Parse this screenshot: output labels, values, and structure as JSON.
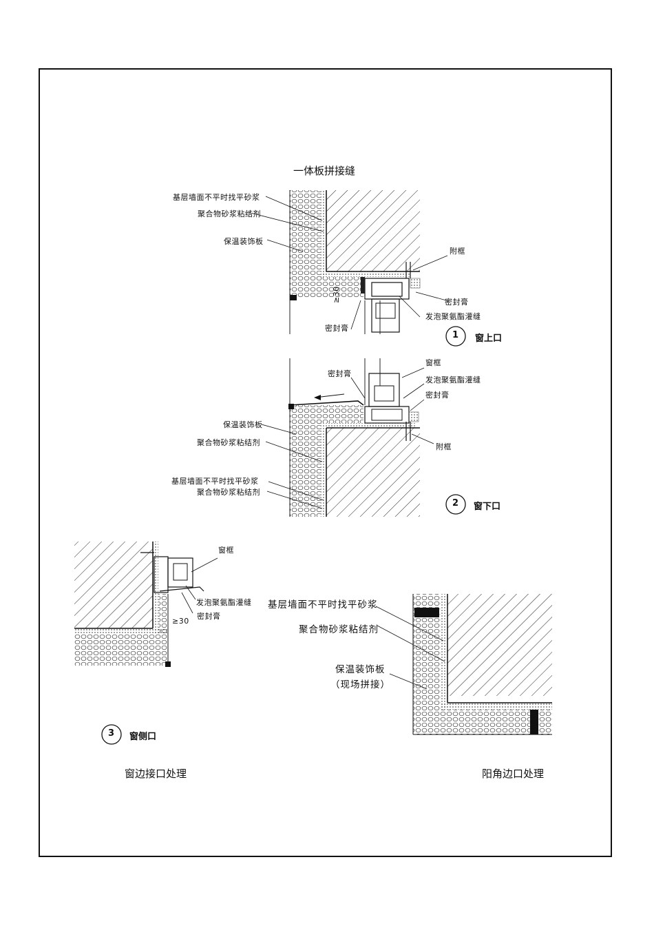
{
  "title": "一体板拼接缝",
  "fig1": {
    "labels": {
      "leveling_mortar": "基层墙面不平时找平砂浆",
      "polymer_adhesive": "聚合物砂浆粘结剂",
      "insulation_panel": "保温装饰板",
      "sub_frame": "附框",
      "sealant_right": "密封膏",
      "foam_pu": "发泡聚氨酯灌缝",
      "sealant_bottom": "密封膏",
      "dim": "≥30"
    },
    "number": "1",
    "name": "窗上口"
  },
  "fig2": {
    "labels": {
      "sealant": "密封膏",
      "window_frame": "窗框",
      "foam_pu": "发泡聚氨酯灌缝",
      "sealant_right": "密封膏",
      "insulation_panel": "保温装饰板",
      "polymer_adhesive": "聚合物砂浆粘结剂",
      "sub_frame": "附框",
      "leveling_mortar": "基层墙面不平时找平砂浆",
      "polymer_adhesive_2": "聚合物砂浆粘结剂"
    },
    "number": "2",
    "name": "窗下口"
  },
  "fig3": {
    "labels": {
      "window_frame": "窗框",
      "foam_pu": "发泡聚氨酯灌缝",
      "sealant": "密封膏",
      "dim": "≥30"
    },
    "number": "3",
    "name": "窗侧口"
  },
  "fig4": {
    "labels": {
      "leveling_mortar": "基层墙面不平时找平砂浆",
      "polymer_adhesive": "聚合物砂浆粘结剂",
      "insulation_panel": "保温装饰板",
      "on_site": "（现场拼接）"
    }
  },
  "caption_left": "窗边接口处理",
  "caption_right": "阳角边口处理"
}
